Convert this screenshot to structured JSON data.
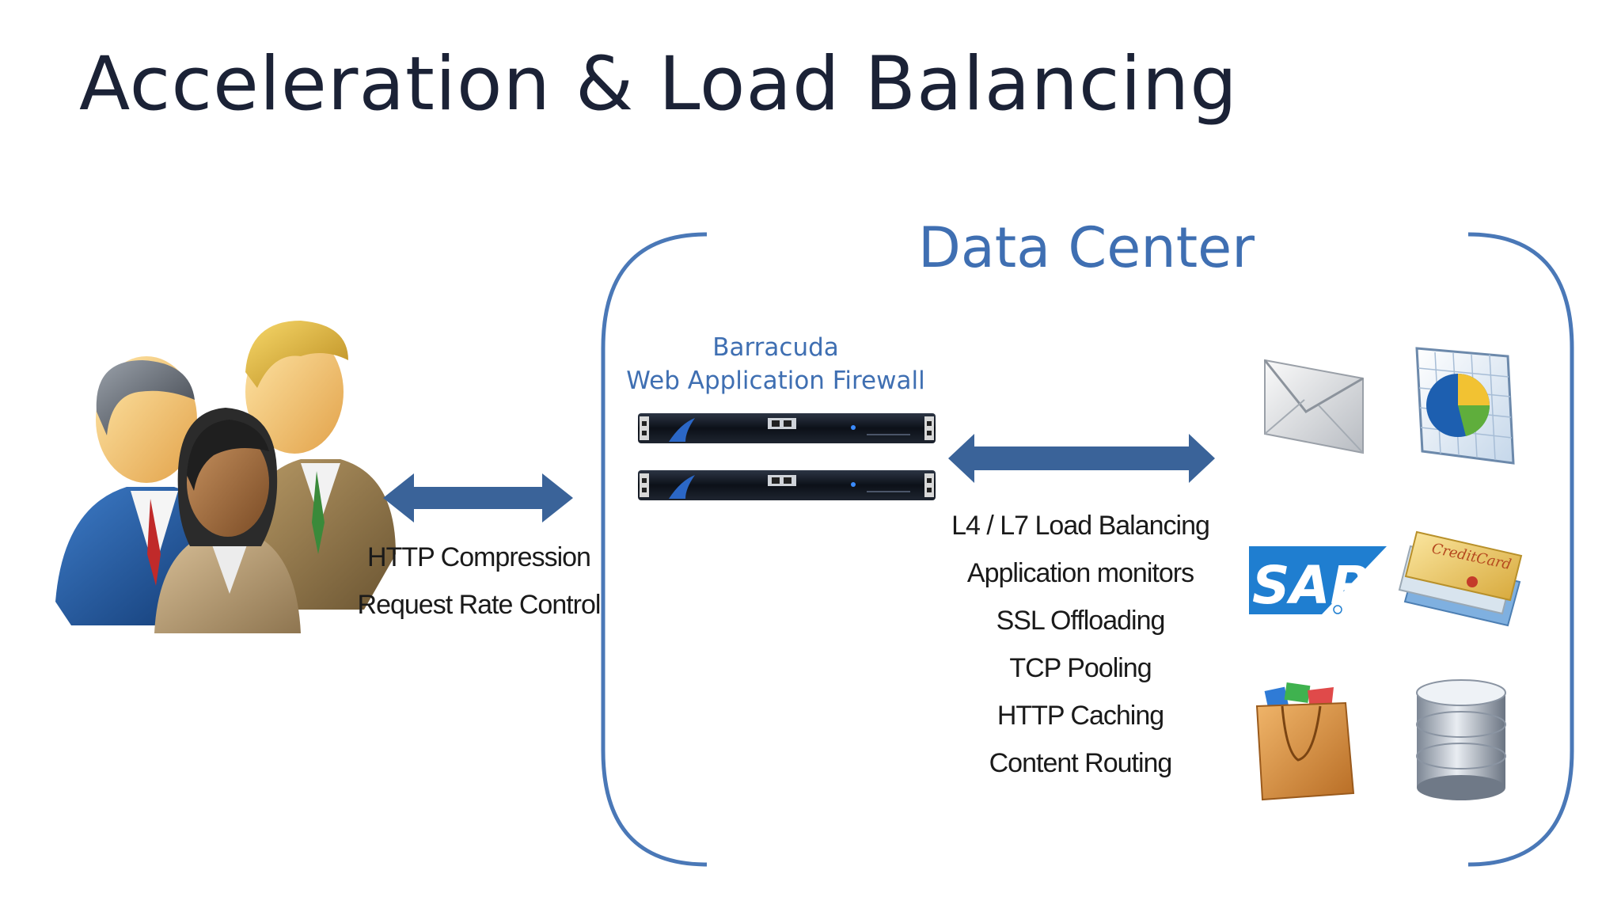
{
  "slide": {
    "title": "Acceleration & Load Balancing"
  },
  "data_center": {
    "title": "Data Center",
    "device": {
      "line1": "Barracuda",
      "line2": "Web Application Firewall"
    },
    "features": [
      "L4 / L7 Load Balancing",
      "Application monitors",
      "SSL Offloading",
      "TCP Pooling",
      "HTTP Caching",
      "Content Routing"
    ],
    "apps": {
      "sap_text": "SAP",
      "card_text": "CreditCard"
    }
  },
  "client_side": {
    "features": [
      "HTTP Compression",
      "Request Rate Control"
    ]
  },
  "colors": {
    "accent": "#3f6fb2",
    "arrow": "#3a6399",
    "title": "#1b2236"
  }
}
